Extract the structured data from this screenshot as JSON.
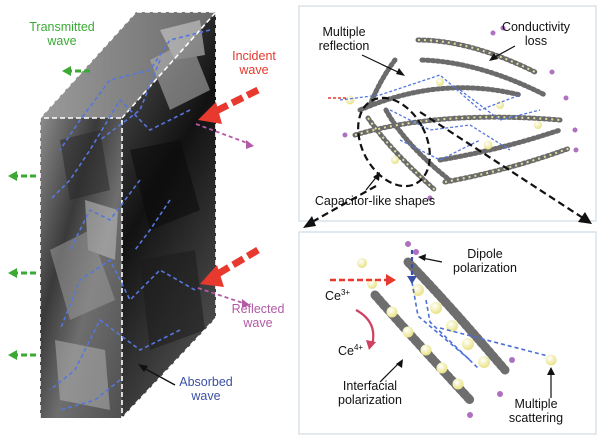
{
  "left": {
    "transmitted": [
      "Transmitted",
      "wave"
    ],
    "incident": [
      "Incident",
      "wave"
    ],
    "reflected": [
      "Reflected",
      "wave"
    ],
    "absorbed": [
      "Absorbed",
      "wave"
    ]
  },
  "top_right": {
    "multiple_reflection": [
      "Multiple",
      "reflection"
    ],
    "conductivity_loss": [
      "Conductivity",
      "loss"
    ],
    "capacitor": "Capacitor-like shapes"
  },
  "bottom_right": {
    "dipole": [
      "Dipole",
      "polarization"
    ],
    "ce3_base": "Ce",
    "ce3_sup": "3+",
    "ce4_base": "Ce",
    "ce4_sup": "4+",
    "interfacial": [
      "Interfacial",
      "polarization"
    ],
    "scattering": [
      "Multiple",
      "scattering"
    ]
  },
  "colors": {
    "transmitted": "#3aaa35",
    "incident": "#e8392f",
    "reflected": "#b35aa6",
    "absorbed": "#3a4fa8",
    "blue_path": "#4a6fd8",
    "graphene": "#6b6b6b",
    "ce_ion": "#f2eea0",
    "panel_border": "#cfdbe6"
  }
}
